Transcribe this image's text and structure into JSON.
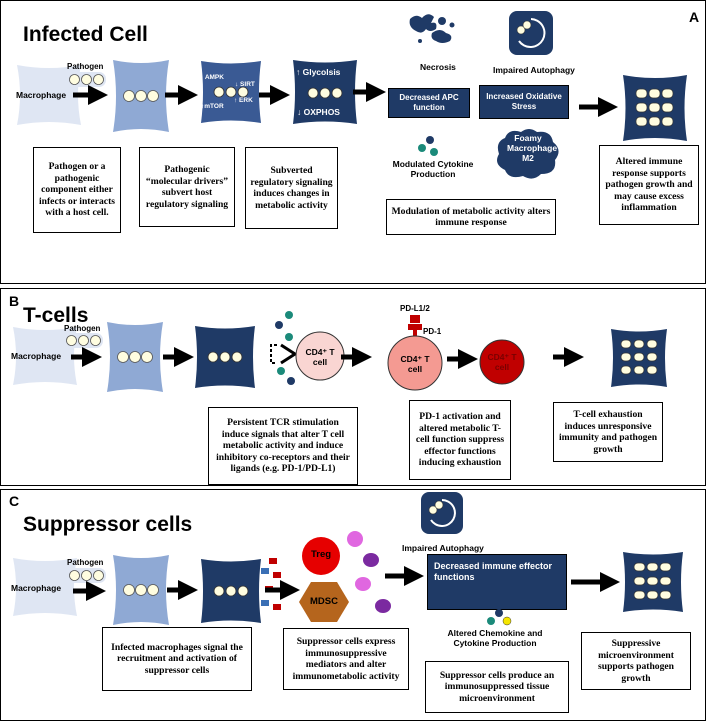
{
  "colors": {
    "dark_navy": "#1f3a66",
    "mid_navy": "#3a5a94",
    "light_blue": "#8fa9d4",
    "pale_blue": "#dfe6f3",
    "pink": "#f9d5d2",
    "salmon": "#f49a92",
    "dark_red": "#c00000",
    "orange_brown": "#b5651d",
    "teal": "#1b8a7a",
    "purple": "#7b2aa0",
    "magenta": "#e067e0"
  },
  "panel_a": {
    "letter": "A",
    "title": "Infected Cell",
    "macrophage": "Macrophage",
    "pathogen": "Pathogen",
    "drivers": {
      "ampk": "↓ AMPK",
      "sirt": "↓ SIRT",
      "mtor": "↑mTOR",
      "erk": "↑ ERK"
    },
    "glycolysis": "↑ Glycolsis",
    "oxphos": "↓ OXPHOS",
    "necrosis": "Necrosis",
    "impaired_autophagy": "Impaired Autophagy",
    "decreased_apc": "Decreased APC function",
    "increased_stress": "Increased Oxidative Stress",
    "modulated_cytokine": "Modulated Cytokine Production",
    "foamy": "Foamy Macrophage M2",
    "box1": "Pathogen or a pathogenic component either infects or interacts with a host cell.",
    "box2": "Pathogenic “molecular drivers” subvert host regulatory signaling",
    "box3": "Subverted regulatory signaling induces changes in metabolic activity",
    "box4": "Modulation of metabolic activity alters immune response",
    "box5": "Altered immune response supports pathogen growth and may cause excess inflammation"
  },
  "panel_b": {
    "letter": "B",
    "title": "T-cells",
    "macrophage": "Macrophage",
    "pathogen": "Pathogen",
    "cd4_1": "CD4⁺ T cell",
    "cd4_2": "CD4⁺ T cell",
    "cd4_3": "CD4⁺ T cell",
    "pdl1": "PD-L1/2",
    "pd1": "PD-1",
    "box1": "Persistent TCR stimulation induce signals that alter T cell metabolic activity and induce inhibitory co-receptors and their ligands (e.g. PD-1/PD-L1)",
    "box2": "PD-1 activation and altered metabolic T-cell function suppress effector functions inducing exhaustion",
    "box3": "T-cell exhaustion induces unresponsive immunity and pathogen growth"
  },
  "panel_c": {
    "letter": "C",
    "title": "Suppressor cells",
    "macrophage": "Macrophage",
    "pathogen": "Pathogen",
    "treg": "Treg",
    "mdsc": "MDSC",
    "impaired_autophagy": "Impaired Autophagy",
    "decreased_effector": "Decreased immune effector functions",
    "altered_chemokine": "Altered Chemokine and Cytokine Production",
    "box1": "Infected macrophages signal the recruitment and activation of suppressor cells",
    "box2": "Suppressor cells express immunosuppressive mediators and alter immunometabolic activity",
    "box3": "Suppressor cells produce an immunosuppressed tissue microenvironment",
    "box4": "Suppressive microenvironment supports pathogen growth"
  }
}
